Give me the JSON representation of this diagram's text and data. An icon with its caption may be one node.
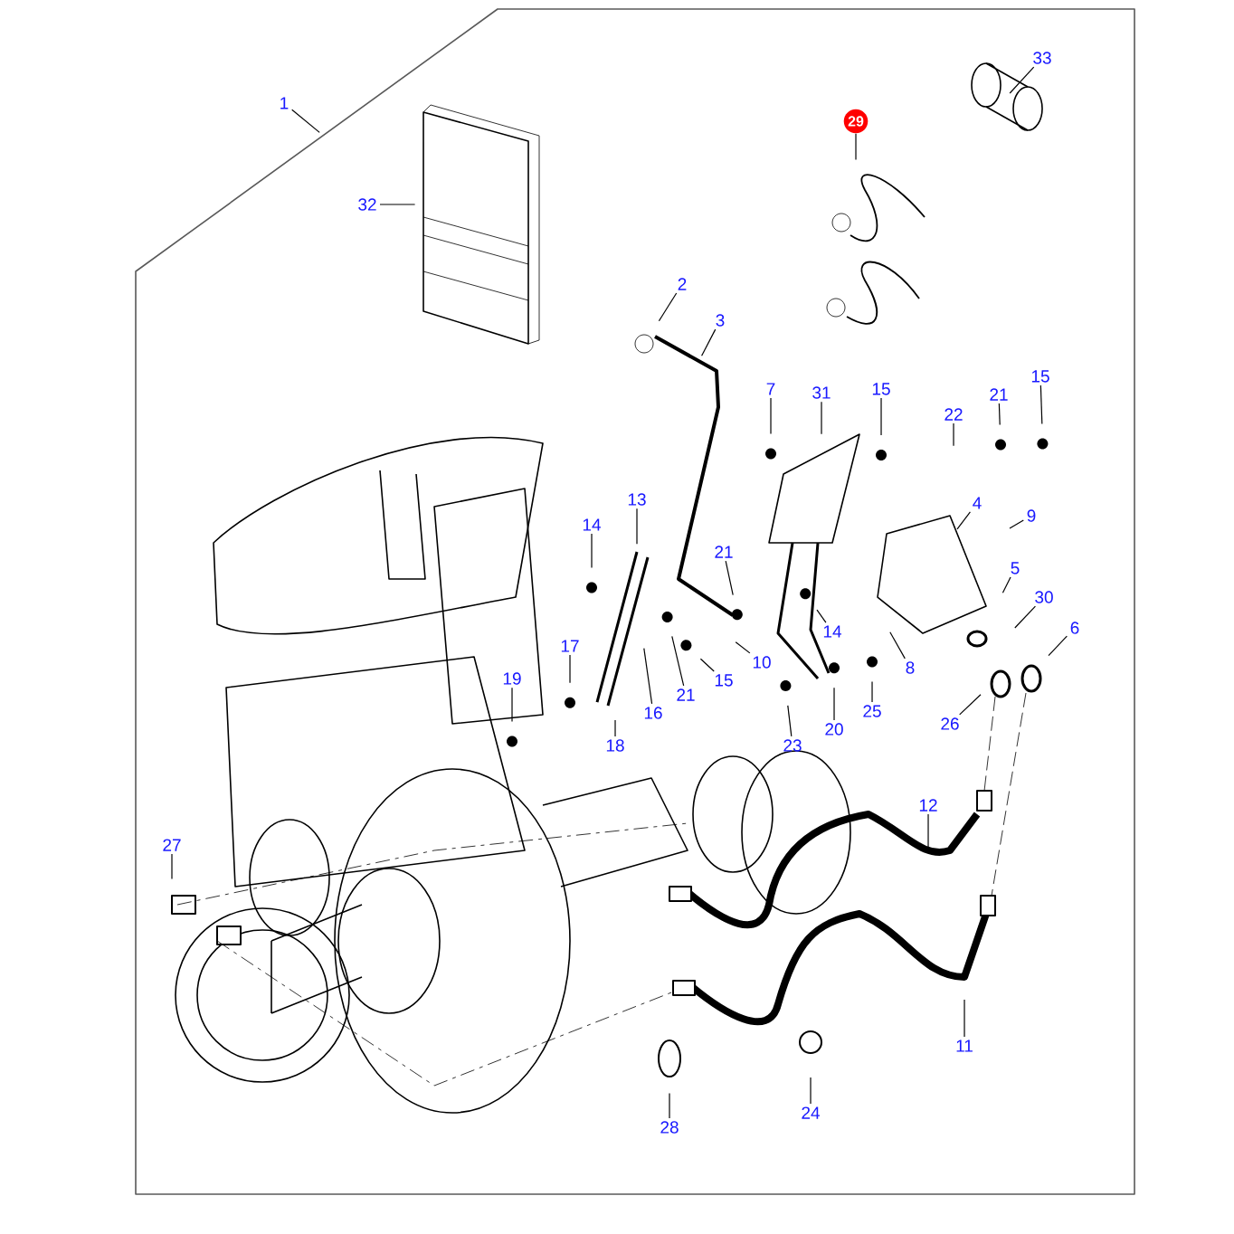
{
  "diagram": {
    "nodes": [
      {
        "text": [
          "1"
        ]
      },
      {
        "text": [
          "33"
        ]
      },
      {
        "text": [
          "29"
        ]
      },
      {
        "text": [
          "32"
        ]
      },
      {
        "text": [
          "2"
        ]
      },
      {
        "text": [
          "3"
        ]
      },
      {
        "text": [
          "7"
        ]
      },
      {
        "text": [
          "31"
        ]
      },
      {
        "text": [
          "15"
        ]
      },
      {
        "text": [
          "22"
        ]
      },
      {
        "text": [
          "21"
        ]
      },
      {
        "text": [
          "15"
        ]
      },
      {
        "text": [
          "4"
        ]
      },
      {
        "text": [
          "13"
        ]
      },
      {
        "text": [
          "14"
        ]
      },
      {
        "text": [
          "9"
        ]
      },
      {
        "text": [
          "5"
        ]
      },
      {
        "text": [
          "21"
        ]
      },
      {
        "text": [
          "30"
        ]
      },
      {
        "text": [
          "6"
        ]
      },
      {
        "text": [
          "14"
        ]
      },
      {
        "text": [
          "17"
        ]
      },
      {
        "text": [
          "10"
        ]
      },
      {
        "text": [
          "15"
        ]
      },
      {
        "text": [
          "21"
        ]
      },
      {
        "text": [
          "16"
        ]
      },
      {
        "text": [
          "8"
        ]
      },
      {
        "text": [
          "19"
        ]
      },
      {
        "text": [
          "18"
        ]
      },
      {
        "text": [
          "26"
        ]
      },
      {
        "text": [
          "23"
        ]
      },
      {
        "text": [
          "20"
        ]
      },
      {
        "text": [
          "25"
        ]
      },
      {
        "text": [
          "12"
        ]
      },
      {
        "text": [
          "27"
        ]
      },
      {
        "text": [
          "11"
        ]
      },
      {
        "text": [
          "24"
        ]
      },
      {
        "text": [
          "28"
        ]
      }
    ],
    "edges": [
      {
        "from": 0,
        "to": null,
        "arrow": "none"
      },
      {
        "from": 1,
        "to": null,
        "arrow": "none"
      },
      {
        "from": 2,
        "to": null,
        "arrow": "none"
      },
      {
        "from": 3,
        "to": null,
        "arrow": "none"
      },
      {
        "from": 4,
        "to": null,
        "arrow": "none"
      },
      {
        "from": 5,
        "to": null,
        "arrow": "none"
      },
      {
        "from": 6,
        "to": null,
        "arrow": "none"
      },
      {
        "from": 7,
        "to": null,
        "arrow": "none"
      },
      {
        "from": 8,
        "to": null,
        "arrow": "none"
      },
      {
        "from": 9,
        "to": null,
        "arrow": "none"
      },
      {
        "from": 10,
        "to": null,
        "arrow": "none"
      },
      {
        "from": 11,
        "to": null,
        "arrow": "none"
      },
      {
        "from": 12,
        "to": null,
        "arrow": "none"
      },
      {
        "from": 13,
        "to": null,
        "arrow": "none"
      },
      {
        "from": 14,
        "to": null,
        "arrow": "none"
      },
      {
        "from": 15,
        "to": null,
        "arrow": "none"
      },
      {
        "from": 16,
        "to": null,
        "arrow": "none"
      },
      {
        "from": 17,
        "to": null,
        "arrow": "none"
      },
      {
        "from": 18,
        "to": null,
        "arrow": "none"
      },
      {
        "from": 19,
        "to": null,
        "arrow": "none"
      },
      {
        "from": 20,
        "to": null,
        "arrow": "none"
      },
      {
        "from": 21,
        "to": null,
        "arrow": "none"
      },
      {
        "from": 22,
        "to": null,
        "arrow": "none"
      },
      {
        "from": 23,
        "to": null,
        "arrow": "none"
      },
      {
        "from": 24,
        "to": null,
        "arrow": "none"
      },
      {
        "from": 25,
        "to": null,
        "arrow": "none"
      },
      {
        "from": 26,
        "to": null,
        "arrow": "none"
      },
      {
        "from": 27,
        "to": null,
        "arrow": "none"
      },
      {
        "from": 28,
        "to": null,
        "arrow": "none"
      },
      {
        "from": 29,
        "to": null,
        "arrow": "none"
      },
      {
        "from": 30,
        "to": null,
        "arrow": "none"
      },
      {
        "from": 31,
        "to": null,
        "arrow": "none"
      },
      {
        "from": 32,
        "to": null,
        "arrow": "none"
      },
      {
        "from": 33,
        "to": null,
        "arrow": "none"
      },
      {
        "from": 34,
        "to": null,
        "arrow": "none"
      },
      {
        "from": 35,
        "to": null,
        "arrow": "none"
      },
      {
        "from": 36,
        "to": null,
        "arrow": "none"
      },
      {
        "from": 37,
        "to": null,
        "arrow": "none"
      }
    ]
  }
}
